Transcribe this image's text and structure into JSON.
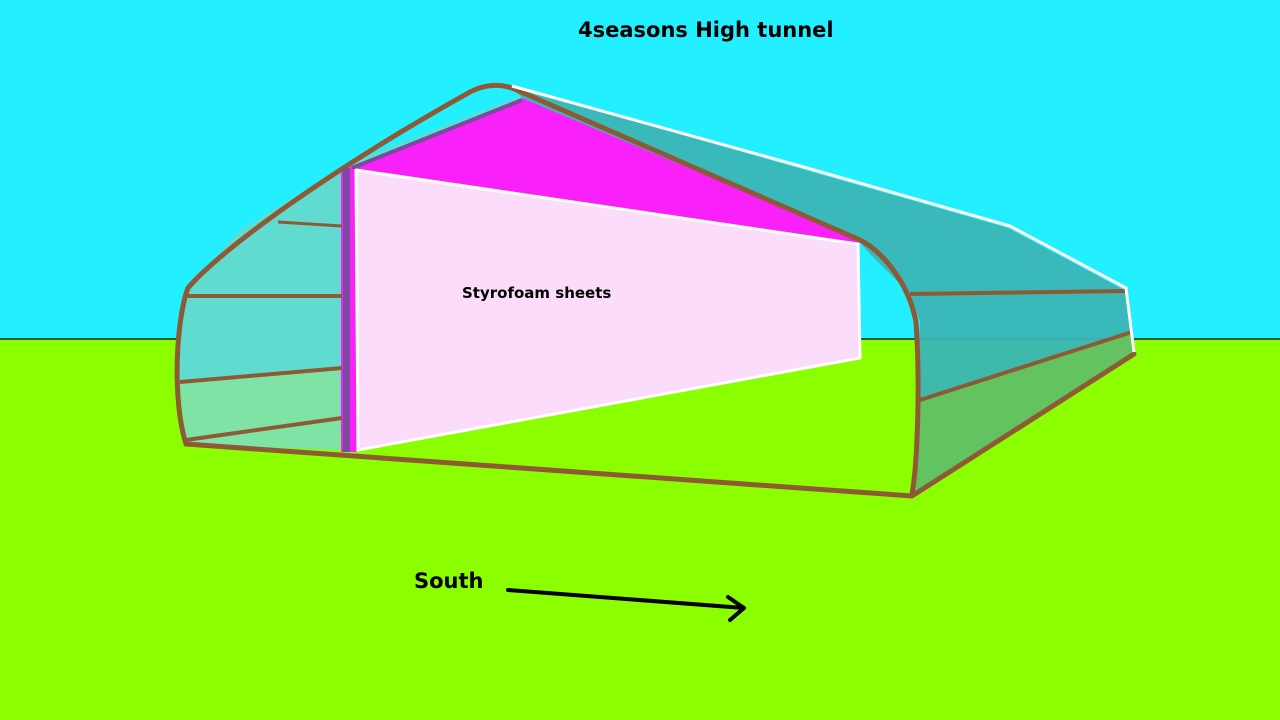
{
  "title": "4seasons High tunnel",
  "labels": {
    "styrofoam": "Styrofoam sheets",
    "direction": "South"
  },
  "colors": {
    "sky": "#22efff",
    "ground": "#8bff00",
    "frame": "#8e5a36",
    "end_panel": "#f920f9",
    "insulation_sheet": "#fbdcfb",
    "roof_cover": "#3bb5b5",
    "front_glazing": "#5fdbd0"
  }
}
